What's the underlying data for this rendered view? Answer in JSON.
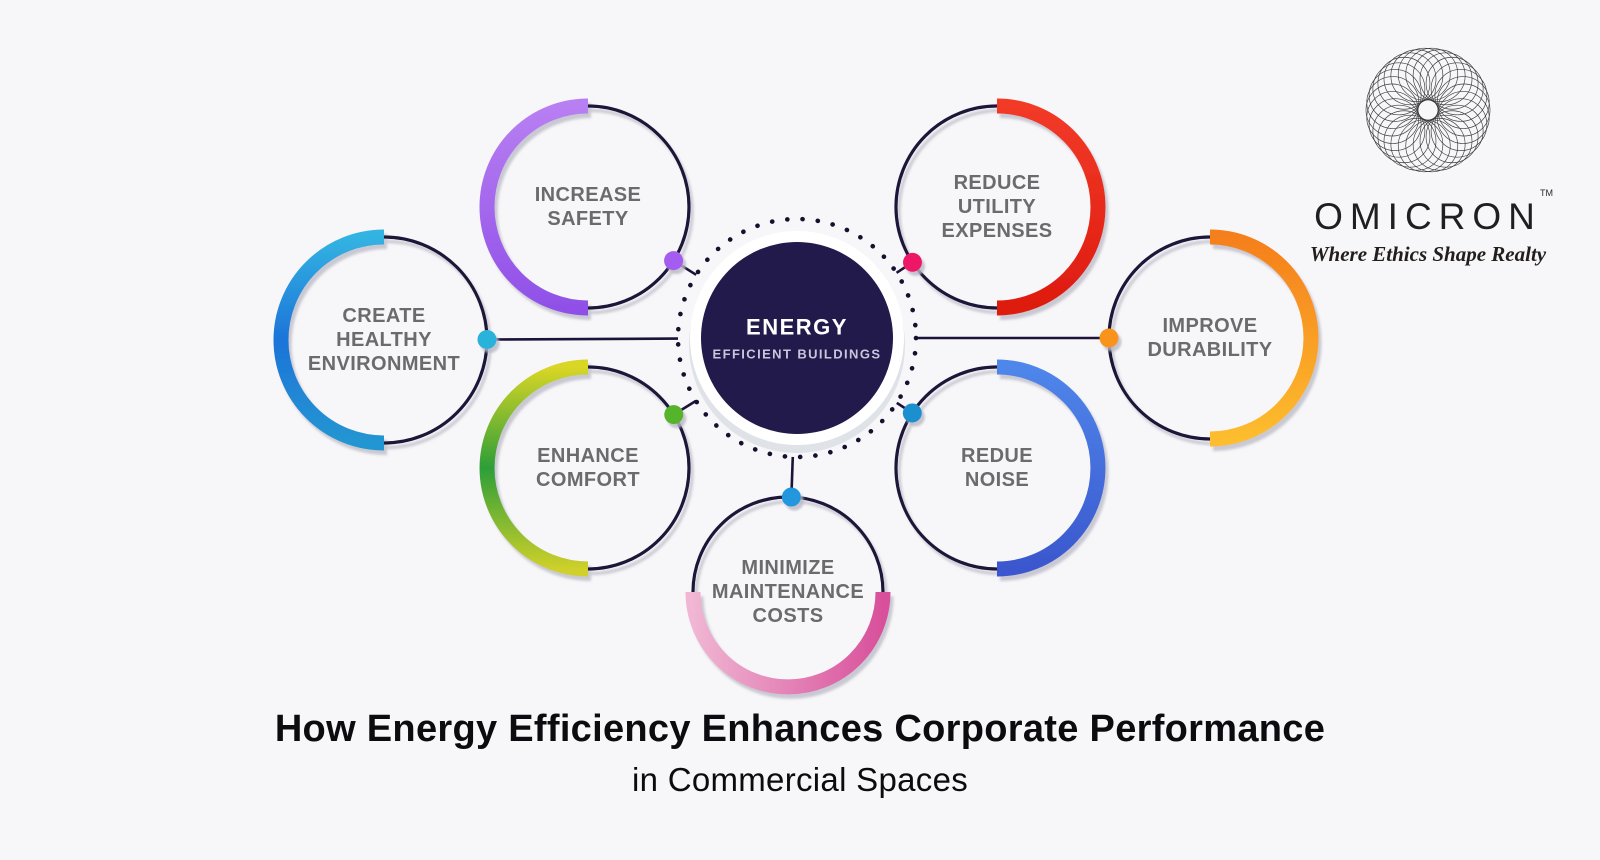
{
  "brand": {
    "name": "OMICRON",
    "trademark": "TM",
    "tagline": "Where Ethics Shape Realty"
  },
  "center": {
    "title": "ENERGY",
    "subtitle": "EFFICIENT BUILDINGS",
    "fill": "#221a4a"
  },
  "footer": {
    "title_bold": "How Energy Efficiency Enhances Corporate Performance",
    "title_regular": "in Commercial Spaces"
  },
  "theme": {
    "background": "#f7f6f8",
    "outline_navy": "#1b1338",
    "dotted_ring": "#16102e",
    "label_gray": "#6b6b6e",
    "shadow_gray": "#dfe3e7"
  },
  "nodes": [
    {
      "id": "increase-safety",
      "lines": [
        "INCREASE",
        "SAFETY"
      ],
      "arc_side": "left",
      "arc_colors": [
        "#b87ff2",
        "#9050e8"
      ],
      "dot_color": "#a55cf0"
    },
    {
      "id": "reduce-utility-expenses",
      "lines": [
        "REDUCE",
        "UTILITY",
        "EXPENSES"
      ],
      "arc_side": "right",
      "arc_colors": [
        "#f23a28",
        "#de1b0f"
      ],
      "dot_color": "#ee1566"
    },
    {
      "id": "create-healthy-environment",
      "lines": [
        "CREATE",
        "HEALTHY",
        "ENVIRONMENT"
      ],
      "arc_side": "left",
      "arc_colors": [
        "#33b3e2",
        "#1d74d8",
        "#2496d2"
      ],
      "dot_color": "#2cb3da"
    },
    {
      "id": "improve-durability",
      "lines": [
        "IMPROVE",
        "DURABILITY"
      ],
      "arc_side": "right",
      "arc_colors": [
        "#f57f1c",
        "#fdbd2e"
      ],
      "dot_color": "#f8941d"
    },
    {
      "id": "enhance-comfort",
      "lines": [
        "ENHANCE",
        "COMFORT"
      ],
      "arc_side": "left",
      "arc_colors": [
        "#d9d626",
        "#2d9e38",
        "#cfd02a"
      ],
      "dot_color": "#55b42c"
    },
    {
      "id": "redue-noise",
      "lines": [
        "REDUE",
        "NOISE"
      ],
      "arc_side": "right",
      "arc_colors": [
        "#4f86ea",
        "#3a57ce"
      ],
      "dot_color": "#1e90cf"
    },
    {
      "id": "minimize-maintenance-costs",
      "lines": [
        "MINIMIZE",
        "MAINTENANCE",
        "COSTS"
      ],
      "arc_side": "bottom",
      "arc_colors": [
        "#f0b6d3",
        "#d8509b"
      ],
      "dot_color": "#2297dd"
    }
  ]
}
